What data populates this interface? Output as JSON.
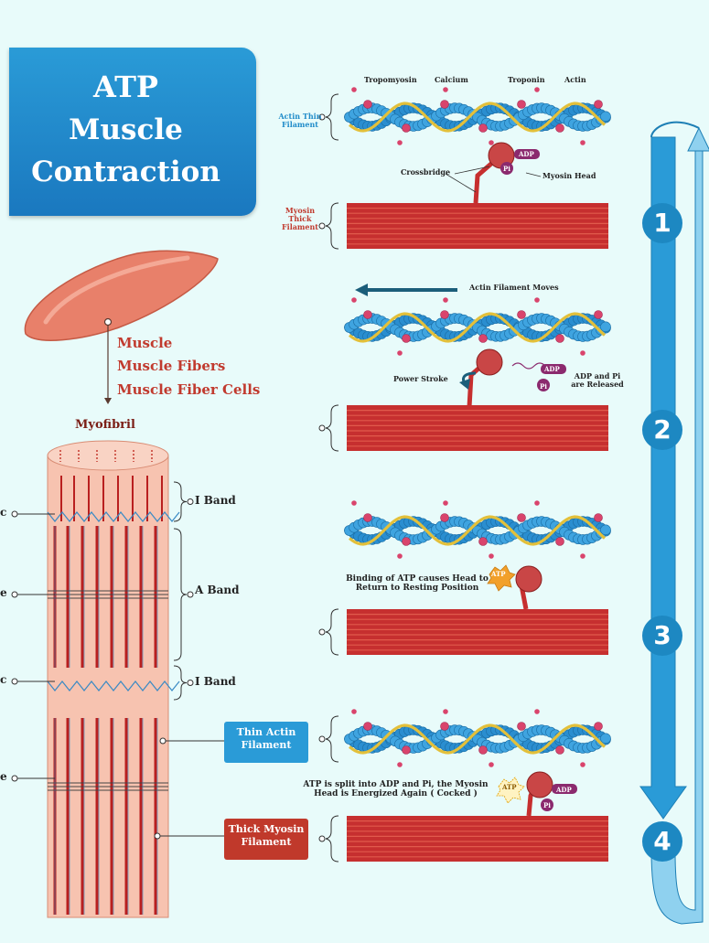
{
  "title": {
    "line1": "ATP",
    "line2": "Muscle",
    "line3": "Contraction"
  },
  "colors": {
    "blue": "#1d88c2",
    "red": "#c0392b",
    "actin": "#2a8ed0",
    "tropomyosin": "#e3c03a",
    "pink": "#d9446c",
    "background": "#e8fbfa"
  },
  "muscle": {
    "labels": [
      "Muscle",
      "Muscle Fibers",
      "Muscle Fiber Cells"
    ],
    "myofibril_label": "Myofibril"
  },
  "bands": {
    "i_band_top": "I Band",
    "a_band": "A Band",
    "i_band_bottom": "I Band"
  },
  "left_stub_labels": [
    "c",
    "e",
    "c",
    "e"
  ],
  "legend": {
    "thin": "Thin Actin Filament",
    "thick": "Thick Myosin Filament"
  },
  "step1": {
    "top_labels": [
      "Tropomyosin",
      "Calcium",
      "Troponin",
      "Actin"
    ],
    "actin_thin": "Actin Thin Filament",
    "myosin_thick": "Myosin Thick Filament",
    "crossbridge": "Crossbridge",
    "myosin_head": "Myosin Head",
    "adp": "ADP",
    "pi": "Pi"
  },
  "step2": {
    "moves": "Actin Filament Moves",
    "power_stroke": "Power Stroke",
    "adp": "ADP",
    "pi": "Pi",
    "released": "ADP and Pi are Released"
  },
  "step3": {
    "caption": "Binding of ATP causes Head to Return to Resting Position",
    "atp": "ATP"
  },
  "step4": {
    "caption": "ATP is split into ADP and Pi, the Myosin Head is Energized Again ( Cocked )",
    "atp": "ATP",
    "adp": "ADP",
    "pi": "Pi"
  },
  "cycle": {
    "steps": [
      "1",
      "2",
      "3",
      "4"
    ]
  }
}
